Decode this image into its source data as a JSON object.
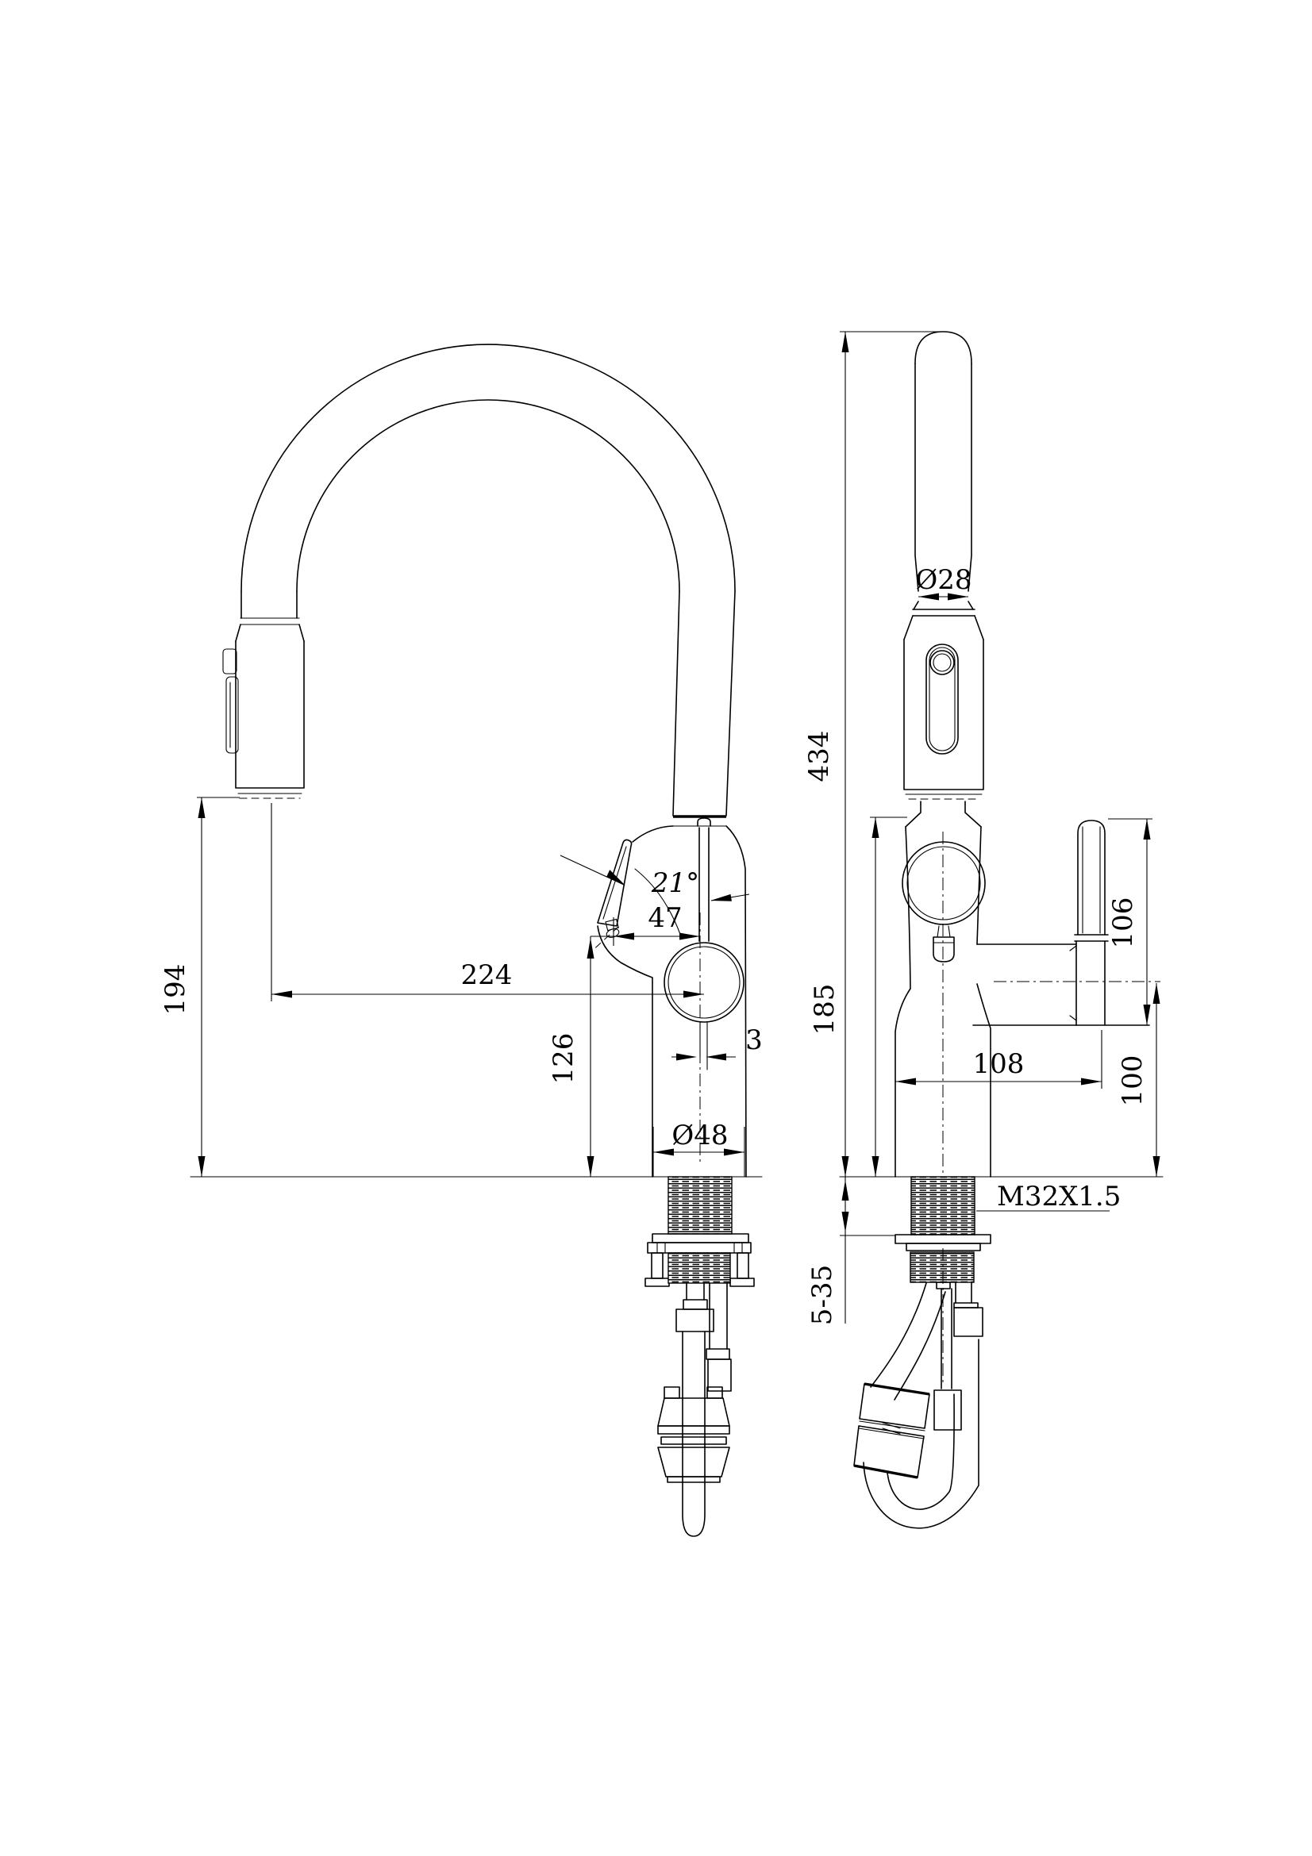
{
  "drawing": {
    "type": "technical-dimension-drawing",
    "subject": "pull-down kitchen faucet, two orthographic views",
    "background": "#ffffff",
    "line_color": "#000000"
  },
  "dimensions": {
    "side": {
      "spout_tip_height": "194",
      "spout_reach": "224",
      "handle_line_height": "126",
      "handle_reach": "47",
      "handle_angle": "21°",
      "center_offset": "3",
      "base_diameter": "Ø48"
    },
    "front": {
      "overall_height": "434",
      "spout_diameter": "Ø28",
      "body_height": "185",
      "handle_length": "106",
      "outlet_center_height": "100",
      "handle_span": "108",
      "mount_thread": "M32X1.5",
      "deck_thickness_range": "5-35"
    }
  }
}
